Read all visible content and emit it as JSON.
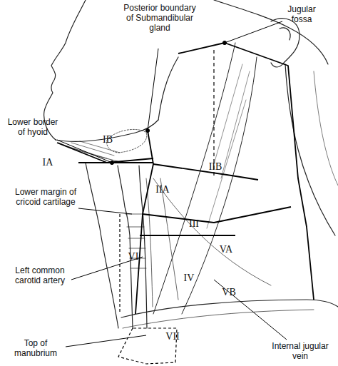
{
  "diagram": {
    "labels": [
      "Posterior boundary of Submandibular gland",
      "Jugular fossa",
      "Lower border of hyoid",
      "Lower margin of cricoid cartilage",
      "Left common carotid artery",
      "Top of manubrium",
      "Internal jugular vein",
      "IA",
      "IB",
      "IIA",
      "IIB",
      "III",
      "IV",
      "VA",
      "VB",
      "VI",
      "VII"
    ]
  }
}
